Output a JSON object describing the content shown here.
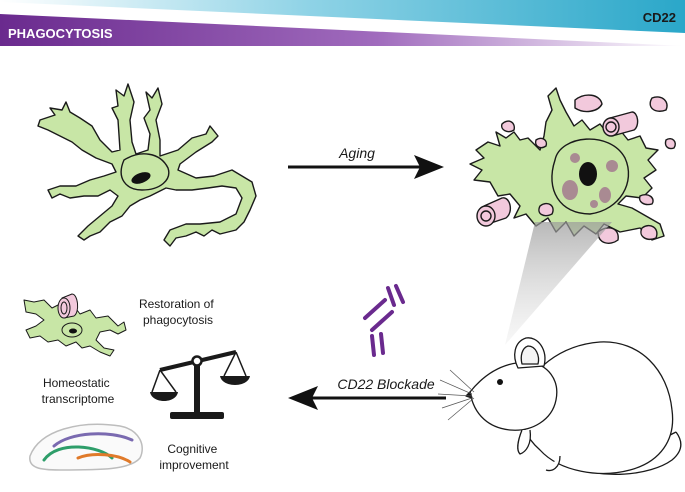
{
  "banner": {
    "left_label": "PHAGOCYTOSIS",
    "right_label": "CD22",
    "left_color": "#6a2a8e",
    "right_color": "#2aa7c9"
  },
  "arrows": {
    "top_label": "Aging",
    "bottom_label": "CD22 Blockade"
  },
  "outcomes": {
    "restoration": "Restoration of\nphagocytosis",
    "homeostatic": "Homeostatic\ntranscriptome",
    "cognitive": "Cognitive\nimprovement"
  },
  "colors": {
    "microglia_fill": "#c8e6a6",
    "debris_fill": "#f2c9dc",
    "inclusion_fill": "#a98a92",
    "antibody": "#6a2a8e"
  },
  "icons": [
    "microglia-icon",
    "myelin-debris-icon",
    "antibody-icon",
    "balance-scale-icon",
    "hippocampus-icon",
    "mouse-icon"
  ]
}
